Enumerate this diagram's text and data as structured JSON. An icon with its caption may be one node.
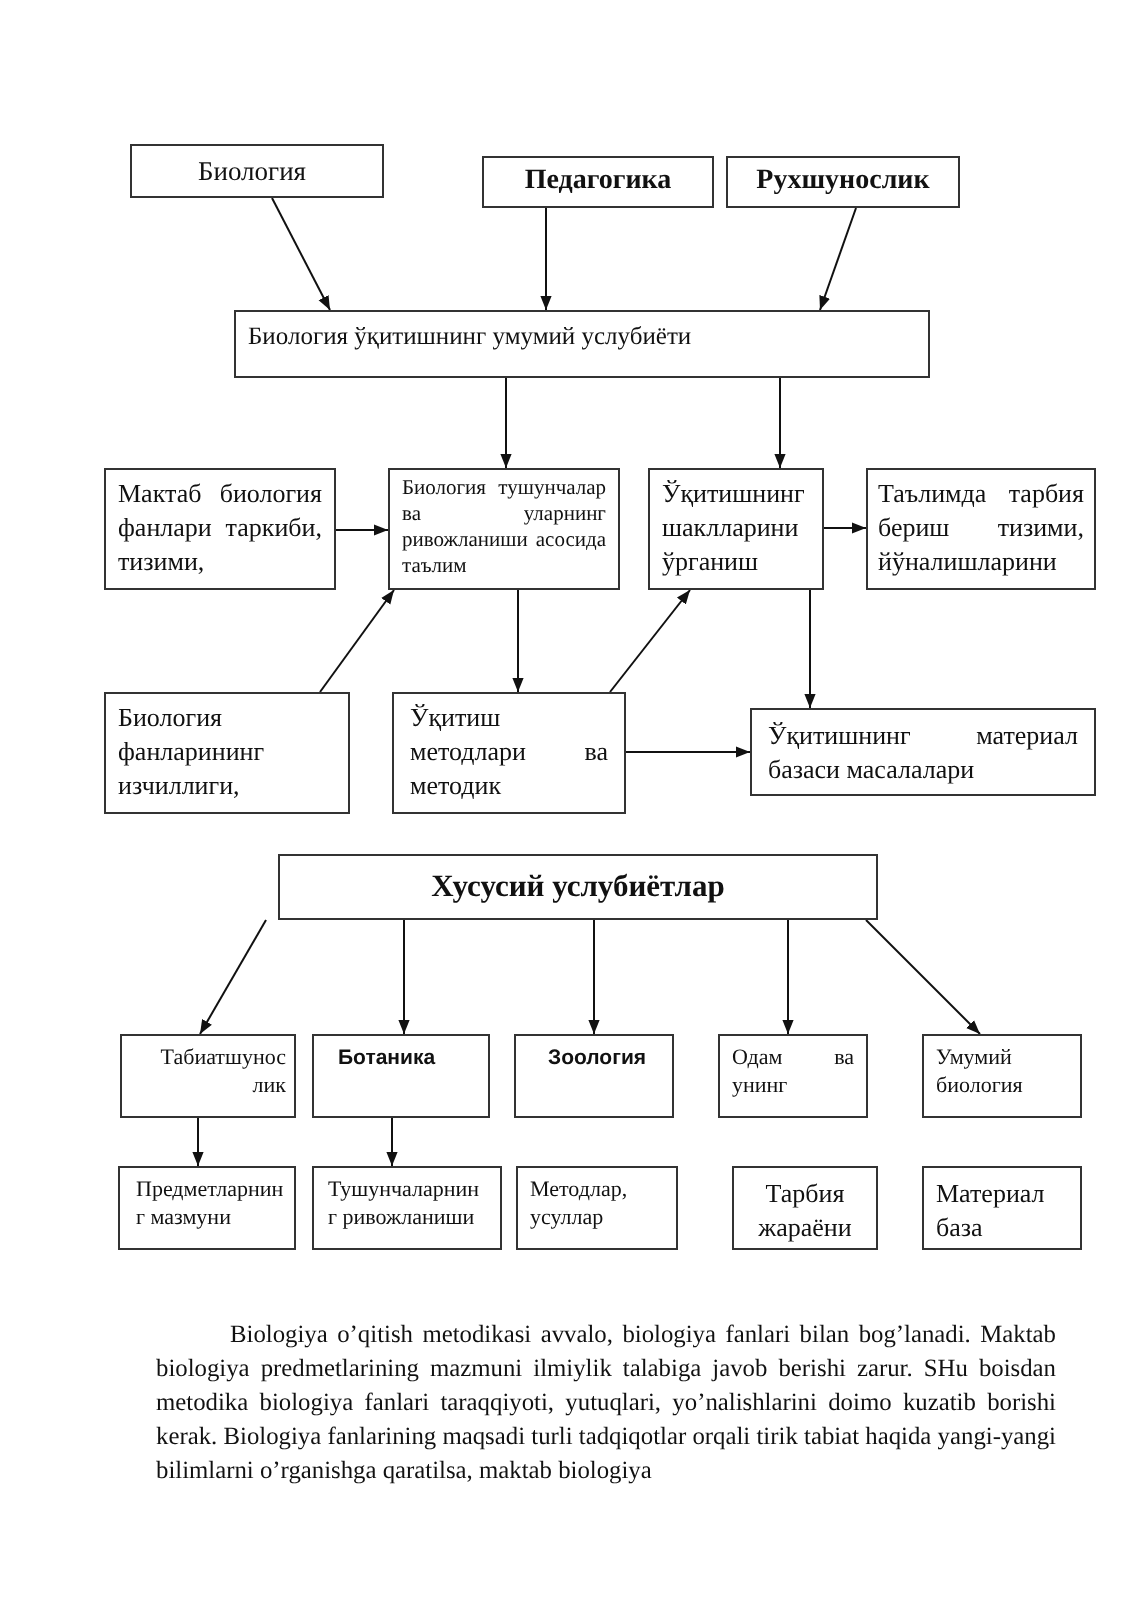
{
  "diagram": {
    "nodes": [
      {
        "text": [
          "Биология"
        ]
      },
      {
        "text": [
          "Педагогика"
        ]
      },
      {
        "text": [
          "Рухшунослик"
        ]
      },
      {
        "text": [
          "Биология ўқитишнинг умумий услубиёти"
        ]
      },
      {
        "text": [
          "Мактаб биология фанлари таркиби, тизими,"
        ]
      },
      {
        "text": [
          "Биология тушунчалар ва уларнинг ривожланиши асосида таълим"
        ]
      },
      {
        "text": [
          "Ўқитишнинг шаклларини ўрганиш"
        ]
      },
      {
        "text": [
          "Таълимда тарбия бериш тизими, йўналишларини"
        ]
      },
      {
        "text": [
          "Биология фанларининг изчиллиги,"
        ]
      },
      {
        "text": [
          "Ўқитиш методлари ва методик"
        ]
      },
      {
        "text": [
          "Ўқитишнинг материал базаси масалалари"
        ]
      },
      {
        "text": [
          "Хусусий услубиётлар"
        ]
      },
      {
        "text": [
          "Табиатшунослик"
        ]
      },
      {
        "text": [
          "Ботаника"
        ]
      },
      {
        "text": [
          "Зоология"
        ]
      },
      {
        "text": [
          "Одам ва унинг"
        ]
      },
      {
        "text": [
          "Умумий биология"
        ]
      },
      {
        "text": [
          "Предметларнинг мазмуни"
        ]
      },
      {
        "text": [
          "Тушунчаларнинг ривожланиши"
        ]
      },
      {
        "text": [
          "Методлар, усуллар"
        ]
      },
      {
        "text": [
          "Тарбия жараёни"
        ]
      },
      {
        "text": [
          "Материал база"
        ]
      }
    ],
    "edges": [
      {
        "from": 0,
        "to": 3,
        "arrow": "to"
      },
      {
        "from": 1,
        "to": 3,
        "arrow": "to"
      },
      {
        "from": 2,
        "to": 3,
        "arrow": "to"
      },
      {
        "from": 3,
        "to": 5,
        "arrow": "to"
      },
      {
        "from": 3,
        "to": 6,
        "arrow": "to"
      },
      {
        "from": 4,
        "to": 5,
        "arrow": "to"
      },
      {
        "from": 8,
        "to": 5,
        "arrow": "to"
      },
      {
        "from": 5,
        "to": 9,
        "arrow": "to"
      },
      {
        "from": 9,
        "to": 6,
        "arrow": "to"
      },
      {
        "from": 6,
        "to": 10,
        "arrow": "to"
      },
      {
        "from": 9,
        "to": 10,
        "arrow": "to"
      },
      {
        "from": 11,
        "to": 12,
        "arrow": "to"
      },
      {
        "from": 11,
        "to": 13,
        "arrow": "to"
      },
      {
        "from": 11,
        "to": 14,
        "arrow": "to"
      },
      {
        "from": 11,
        "to": 15,
        "arrow": "to"
      },
      {
        "from": 11,
        "to": 16,
        "arrow": "to"
      },
      {
        "from": 12,
        "to": 17,
        "arrow": "to"
      },
      {
        "from": 13,
        "to": 18,
        "arrow": "to"
      },
      {
        "from": 6,
        "to": 7,
        "arrow": "to"
      }
    ],
    "labels": [
      "Biologiya o’qitish metodikasi avvalo, biologiya fanlari bilan bog’lanadi. Maktab biologiya predmetlarining mazmuni ilmiylik talabiga javob berishi zarur. SHu boisdan metodika biologiya fanlari taraqqiyoti, yutuqlari, yo’nalishlarini doimo kuzatib borishi kerak. Biologiya fanlarining maqsadi turli tadqiqotlar orqali tirik tabiat haqida yangi-yangi bilimlarni o’rganishga qaratilsa, maktab biologiya"
    ]
  }
}
